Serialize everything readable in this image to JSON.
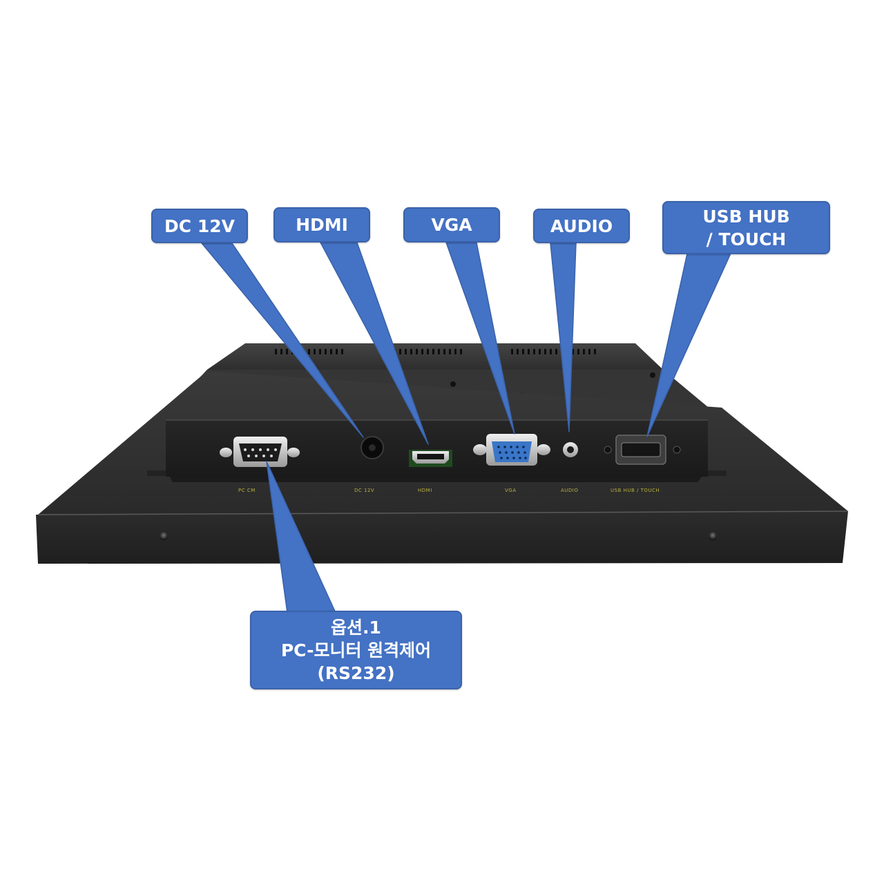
{
  "callouts": {
    "dc": "DC 12V",
    "hdmi": "HDMI",
    "vga": "VGA",
    "audio": "AUDIO",
    "usb_line1": "USB HUB",
    "usb_line2": "/ TOUCH",
    "rs232_line1": "옵션.1",
    "rs232_line2": "PC-모니터 원격제어",
    "rs232_line3": "(RS232)"
  },
  "panel_labels": {
    "pc": "PC CM",
    "dc": "DC 12V",
    "hdmi": "HDMI",
    "vga": "VGA",
    "audio": "AUDIO",
    "usb": "USB HUB / TOUCH"
  },
  "colors": {
    "callout_fill": "#4472c4",
    "callout_border": "#3a62aa",
    "device_body": "#2b2b2b",
    "label_text": "#b8b040"
  }
}
